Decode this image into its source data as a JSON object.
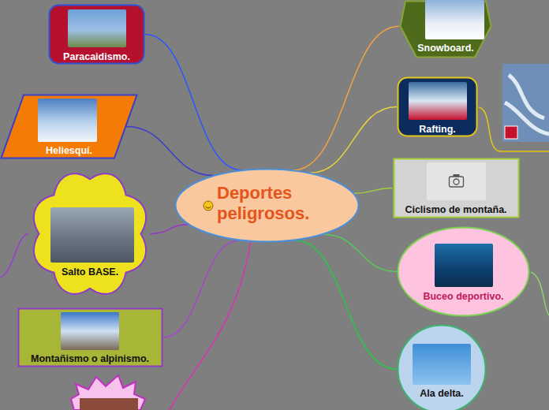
{
  "diagram": {
    "nodes": [
      {
        "text": [
          "Deportes peligrosos."
        ]
      },
      {
        "text": [
          "Paracaidismo."
        ]
      },
      {
        "text": [
          "Heliesquí."
        ]
      },
      {
        "text": [
          "Salto BASE."
        ]
      },
      {
        "text": [
          "Montañismo o alpinismo."
        ]
      },
      {
        "text": [
          "Snowboard."
        ]
      },
      {
        "text": [
          "Rafting."
        ]
      },
      {
        "text": [
          "Ciclismo de montaña."
        ]
      },
      {
        "text": [
          "Buceo deportivo."
        ]
      },
      {
        "text": [
          "Ala delta."
        ]
      }
    ],
    "edges": [
      {
        "from": 0,
        "to": 1,
        "arrow": "none"
      },
      {
        "from": 0,
        "to": 2,
        "arrow": "none"
      },
      {
        "from": 0,
        "to": 3,
        "arrow": "none"
      },
      {
        "from": 0,
        "to": 4,
        "arrow": "none"
      },
      {
        "from": 0,
        "to": 5,
        "arrow": "none"
      },
      {
        "from": 0,
        "to": 6,
        "arrow": "none"
      },
      {
        "from": 0,
        "to": 7,
        "arrow": "none"
      },
      {
        "from": 0,
        "to": 8,
        "arrow": "none"
      },
      {
        "from": 0,
        "to": 9,
        "arrow": "none"
      }
    ]
  }
}
